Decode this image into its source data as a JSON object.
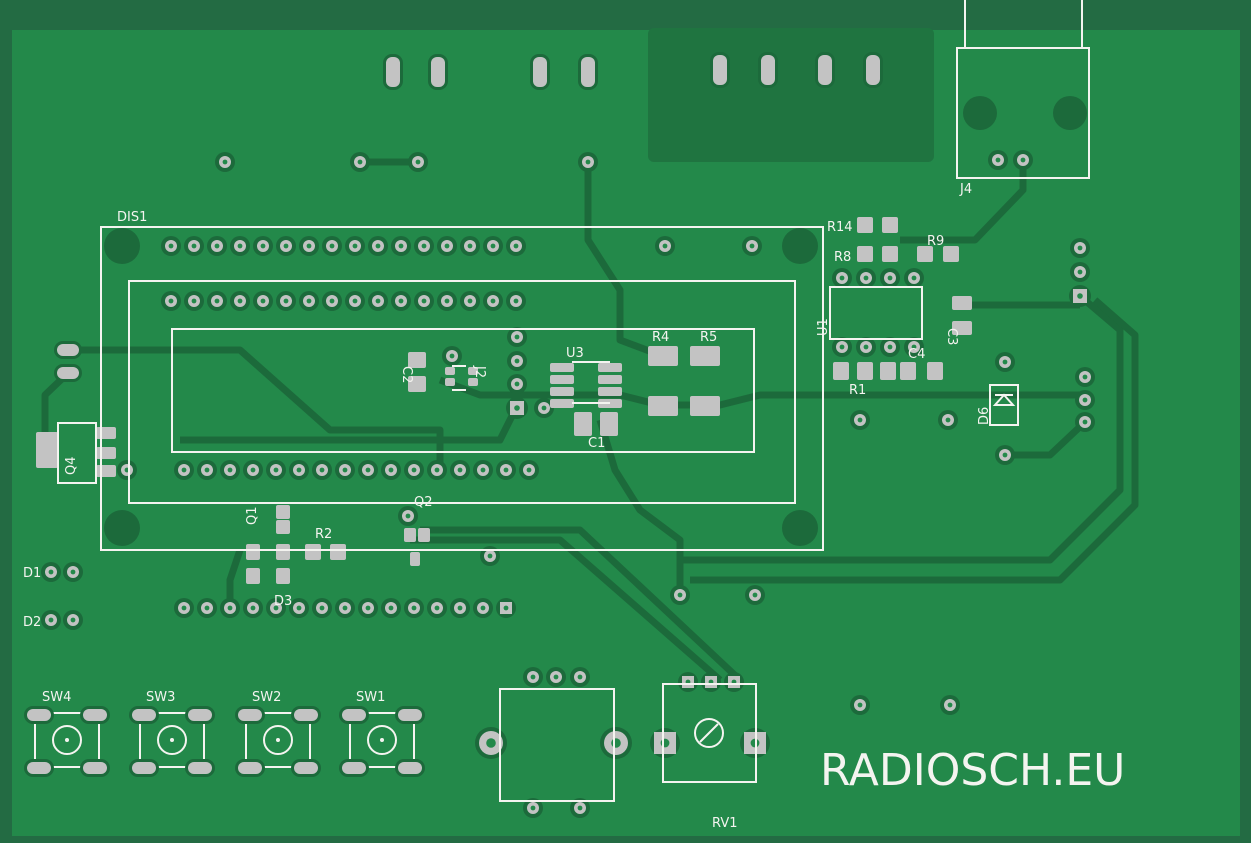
{
  "board": {
    "brand_text": "RADIOSCH.EU",
    "colors": {
      "board": "#23894a",
      "frame": "#236b43",
      "trace": "#1c6a3b",
      "pad": "#c3c3c3",
      "silkscreen": "#f4f4f0"
    }
  },
  "designators": {
    "DIS1": "DIS1",
    "R14": "R14",
    "R8": "R8",
    "R9": "R9",
    "J4": "J4",
    "U1": "U1",
    "C3": "C3",
    "C4": "C4",
    "R1": "R1",
    "D6": "D6",
    "R4": "R4",
    "R5": "R5",
    "U3": "U3",
    "C1": "C1",
    "C2": "C2",
    "J2": "J2",
    "Q4": "Q4",
    "Q1": "Q1",
    "R2": "R2",
    "Q2": "Q2",
    "D3": "D3",
    "D1": "D1",
    "D2": "D2",
    "SW4": "SW4",
    "SW3": "SW3",
    "SW2": "SW2",
    "SW1": "SW1",
    "RV1": "RV1"
  }
}
